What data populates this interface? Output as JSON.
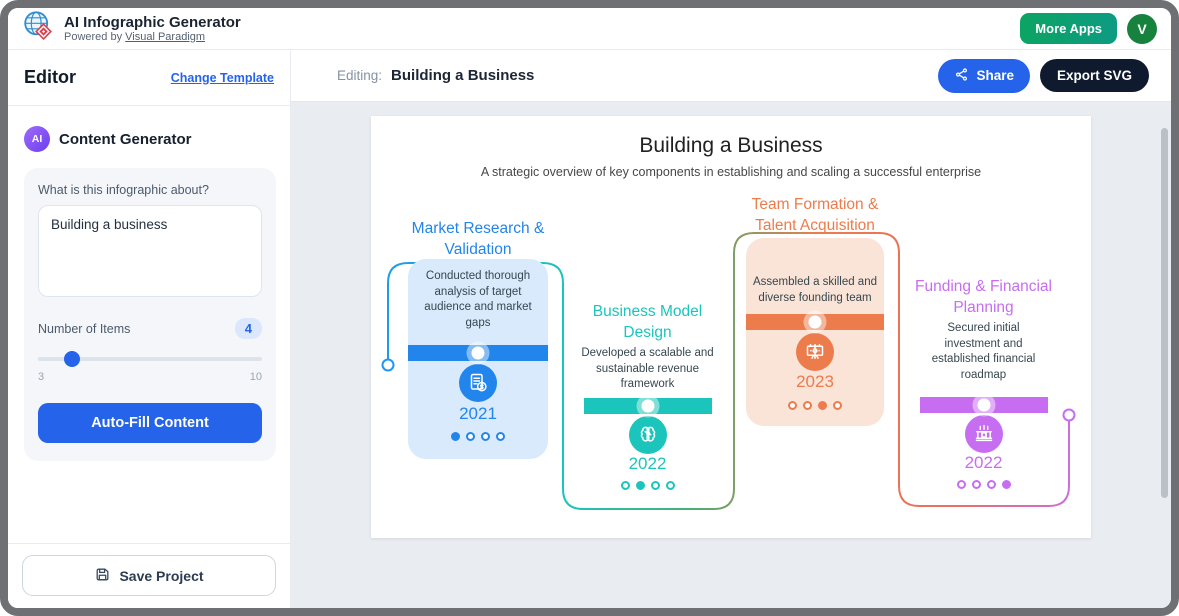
{
  "header": {
    "app_title": "AI Infographic Generator",
    "powered_prefix": "Powered by ",
    "powered_link": "Visual Paradigm",
    "more_apps_label": "More Apps",
    "avatar_initial": "V"
  },
  "sidebar": {
    "title": "Editor",
    "change_template_label": "Change Template",
    "content_generator": {
      "badge": "AI",
      "title": "Content Generator",
      "about_label": "What is this infographic about?",
      "about_value": "Building a business",
      "items_label": "Number of Items",
      "items_value": "4",
      "slider_min": "3",
      "slider_max": "10",
      "autofill_label": "Auto-Fill Content"
    },
    "save_label": "Save Project"
  },
  "editing_bar": {
    "prefix": "Editing:",
    "document_name": "Building a Business",
    "share_label": "Share",
    "export_label": "Export SVG"
  },
  "infographic": {
    "title": "Building a Business",
    "subtitle": "A strategic overview of key components in establishing and scaling a successful enterprise",
    "items": [
      {
        "title": "Market Research & Validation",
        "description": "Conducted thorough analysis of target audience and market gaps",
        "year": "2021",
        "color": "#2285EC",
        "tint": "#D8EAFC",
        "icon": "market-analysis-icon",
        "active_dot": "0"
      },
      {
        "title": "Business Model Design",
        "description": "Developed a scalable and sustainable revenue framework",
        "year": "2022",
        "color": "#1BC5BB",
        "tint": "",
        "icon": "brain-icon",
        "active_dot": "1"
      },
      {
        "title": "Team Formation & Talent Acquisition",
        "description": "Assembled a skilled and diverse founding team",
        "year": "2023",
        "color": "#EC7C4C",
        "tint": "#FAE3D7",
        "icon": "team-board-icon",
        "active_dot": "2"
      },
      {
        "title": "Funding & Financial Planning",
        "description": "Secured initial investment and established financial roadmap",
        "year": "2022",
        "color": "#C76DF2",
        "tint": "",
        "icon": "bank-icon",
        "active_dot": "3"
      }
    ]
  }
}
